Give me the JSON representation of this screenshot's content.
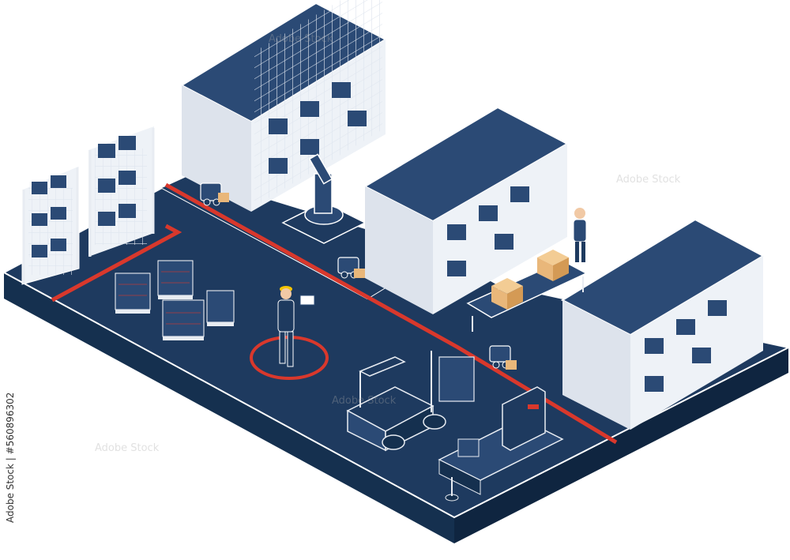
{
  "image": {
    "stock_id": "Adobe Stock | #560896302",
    "watermark_text": "Adobe Stock"
  },
  "colors": {
    "floor_top": "#1e3a5f",
    "floor_side": "#15304f",
    "rack_roof": "#2b4a75",
    "rack_frame": "#e8ecf2",
    "red_line": "#d9382c",
    "carton": "#e9b77a",
    "helmet": "#f5c400",
    "background": "#ffffff"
  },
  "icons": [
    "warehouse-floor",
    "storage-rack",
    "robot-arm",
    "agv-robot",
    "forklift",
    "conveyor",
    "pallet-stack",
    "worker",
    "cardboard-box"
  ]
}
